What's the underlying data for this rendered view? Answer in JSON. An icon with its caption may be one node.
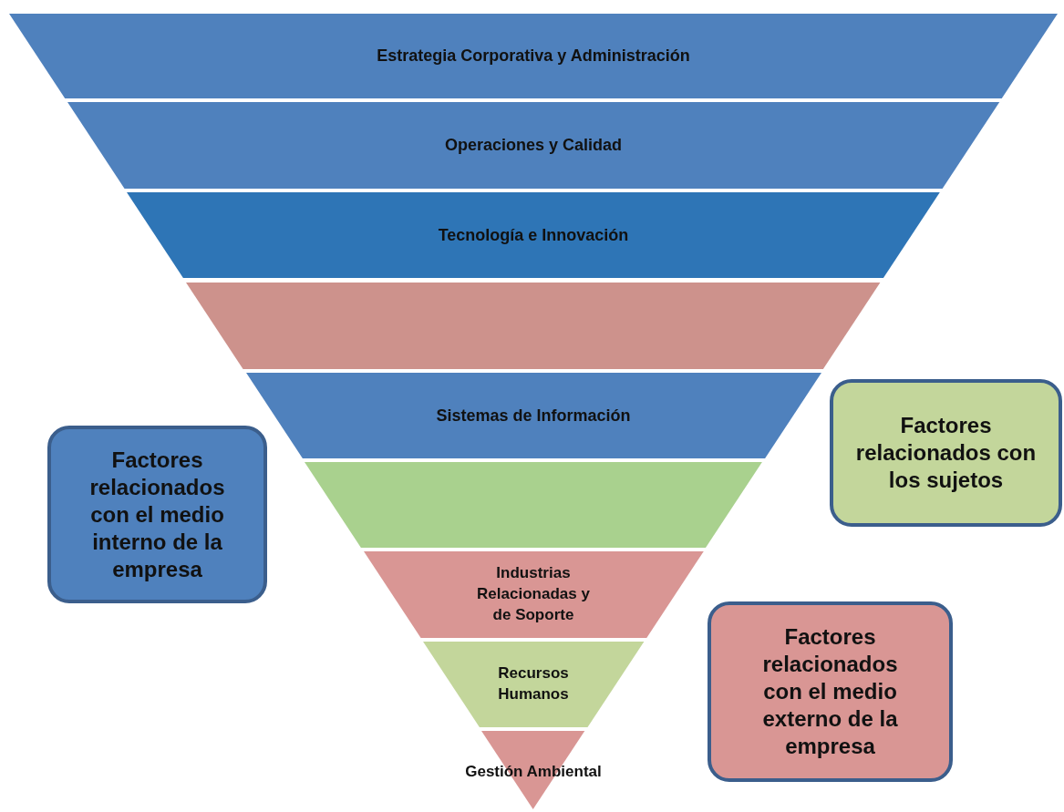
{
  "diagram": {
    "nodes": [
      {
        "text": [
          "Estrategia Corporativa y Administración"
        ]
      },
      {
        "text": [
          "Operaciones y Calidad"
        ]
      },
      {
        "text": [
          "Tecnología e Innovación"
        ]
      },
      {
        "text": [],
        "shape": "trapezoid"
      },
      {
        "text": [
          "Sistemas de Información"
        ]
      },
      {
        "text": [],
        "shape": "trapezoid"
      },
      {
        "text": [
          "Industrias Relacionadas y de Soporte"
        ]
      },
      {
        "text": [
          "Recursos Humanos"
        ]
      },
      {
        "text": [
          "Gestión Ambiental"
        ]
      },
      {
        "text": [
          "Factores relacionados con los sujetos"
        ]
      },
      {
        "text": [
          "Factores relacionados con el medio interno de la empresa"
        ]
      },
      {
        "text": [
          "Factores relacionados con el medio externo de la empresa"
        ]
      }
    ]
  }
}
